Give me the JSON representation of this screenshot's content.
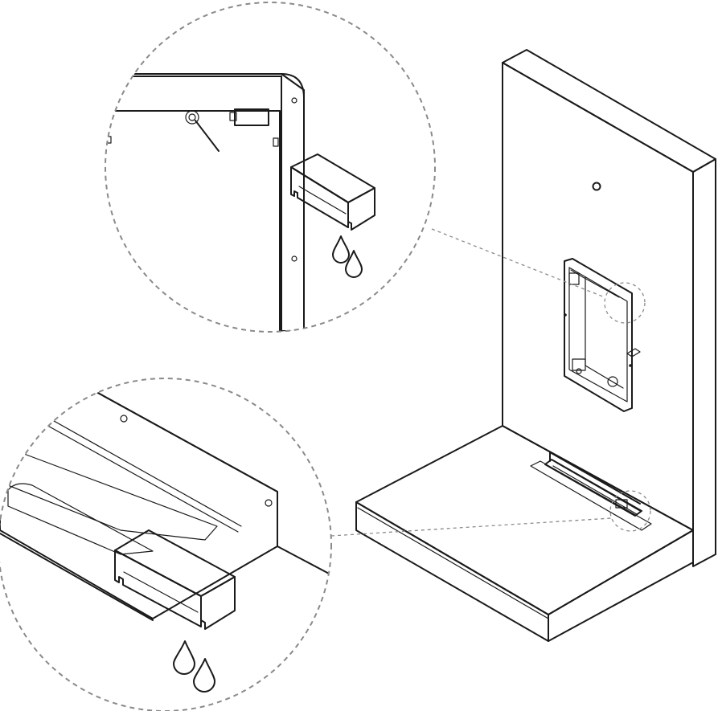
{
  "figure": {
    "kind": "installation-diagram",
    "colors": {
      "line": "#1a1a1a",
      "panel_fill": "#d9d9d9",
      "sponge_top": "#8c8c8c",
      "callout_dash": "#8a8a8a",
      "background": "#ffffff"
    },
    "callouts": [
      {
        "id": "upper",
        "subject": "wall-box-corner",
        "icons": [
          "sponge-icon",
          "water-drop-icon",
          "water-drop-icon"
        ]
      },
      {
        "id": "lower",
        "subject": "floor-drain-channel",
        "icons": [
          "sponge-icon",
          "water-drop-icon",
          "water-drop-icon"
        ]
      }
    ]
  }
}
